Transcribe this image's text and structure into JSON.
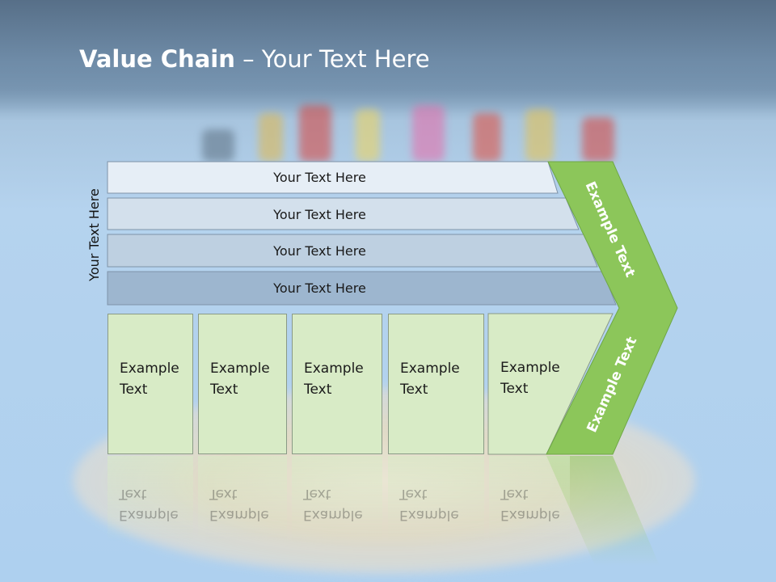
{
  "slide": {
    "title_bold": "Value Chain",
    "title_rest": " – Your Text Here"
  },
  "side_label": "Your Text Here",
  "rows": [
    {
      "label": "Your Text Here"
    },
    {
      "label": "Your Text Here"
    },
    {
      "label": "Your Text Here"
    },
    {
      "label": "Your Text Here"
    }
  ],
  "columns": [
    {
      "label": "Example Text"
    },
    {
      "label": "Example Text"
    },
    {
      "label": "Example Text"
    },
    {
      "label": "Example Text"
    },
    {
      "label": "Example Text"
    }
  ],
  "chevron": {
    "upper_label": "Example Text",
    "lower_label": "Example Text"
  },
  "colors": {
    "row_fills": [
      "#e6eef6",
      "#d3e0ec",
      "#bed0e1",
      "#9db6cf"
    ],
    "column_fill": "#d8ebc6",
    "chevron_fill": "#8cc65a",
    "title_text": "#ffffff"
  }
}
